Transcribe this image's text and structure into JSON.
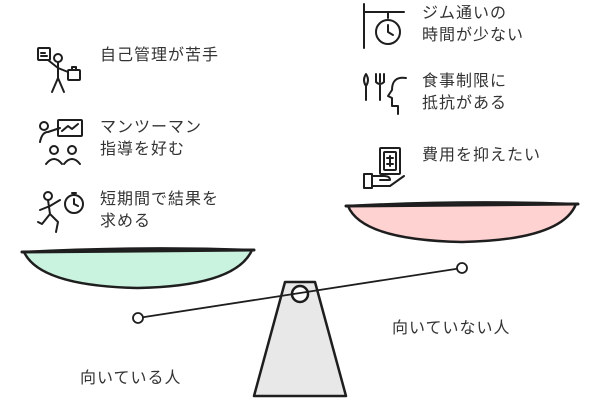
{
  "suitable": {
    "label": "向いている人",
    "items": [
      {
        "icon": "self-management-icon",
        "lines": [
          "自己管理が苦手"
        ]
      },
      {
        "icon": "one-on-one-coaching-icon",
        "lines": [
          "マンツーマン",
          "指導を好む"
        ]
      },
      {
        "icon": "running-stopwatch-icon",
        "lines": [
          "短期間で結果を",
          "求める"
        ]
      }
    ]
  },
  "unsuitable": {
    "label": "向いていない人",
    "items": [
      {
        "icon": "clock-sign-icon",
        "lines": [
          "ジム通いの",
          "時間が少ない"
        ]
      },
      {
        "icon": "diet-restriction-icon",
        "lines": [
          "食事制限に",
          "抵抗がある"
        ]
      },
      {
        "icon": "money-hand-icon",
        "lines": [
          "費用を抑えたい"
        ]
      }
    ]
  },
  "colors": {
    "left_pan": "#c9f2df",
    "right_pan": "#ffd2d2",
    "stroke": "#1e1e1e"
  }
}
